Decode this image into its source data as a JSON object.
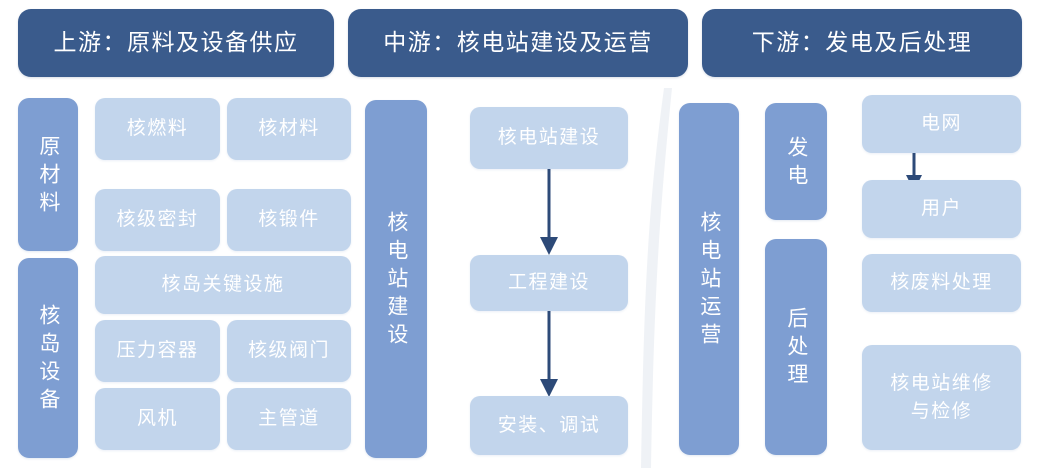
{
  "headers": [
    {
      "id": "upstream",
      "label": "上游：原料及设备供应"
    },
    {
      "id": "midstream",
      "label": "中游：核电站建设及运营"
    },
    {
      "id": "downstream",
      "label": "下游：发电及后处理"
    }
  ],
  "upstream": {
    "categories": [
      {
        "id": "raw-materials",
        "label": "原材料"
      },
      {
        "id": "island-equip",
        "label": "核岛设备"
      }
    ],
    "items": [
      {
        "id": "nuclear-fuel",
        "label": "核燃料"
      },
      {
        "id": "nuclear-material",
        "label": "核材料"
      },
      {
        "id": "nuclear-grade-seal",
        "label": "核级密封"
      },
      {
        "id": "nuclear-forging",
        "label": "核锻件"
      },
      {
        "id": "island-key-facility",
        "label": "核岛关键设施"
      },
      {
        "id": "pressure-vessel",
        "label": "压力容器"
      },
      {
        "id": "nuclear-grade-valve",
        "label": "核级阀门"
      },
      {
        "id": "fan",
        "label": "风机"
      },
      {
        "id": "main-pipeline",
        "label": "主管道"
      }
    ]
  },
  "midstream": {
    "categories": [
      {
        "id": "plant-construction",
        "label": "核电站建设"
      }
    ],
    "flow": [
      {
        "id": "plant-build",
        "label": "核电站建设"
      },
      {
        "id": "engineering-build",
        "label": "工程建设"
      },
      {
        "id": "install-commission",
        "label": "安装、调试"
      }
    ]
  },
  "downstream": {
    "categories": [
      {
        "id": "plant-operation",
        "label": "核电站运营"
      },
      {
        "id": "power-generation",
        "label": "发电"
      },
      {
        "id": "post-processing",
        "label": "后处理"
      }
    ],
    "items": [
      {
        "id": "power-grid",
        "label": "电网"
      },
      {
        "id": "end-user",
        "label": "用户"
      },
      {
        "id": "nuclear-waste",
        "label": "核废料处理"
      },
      {
        "id": "plant-maintenance",
        "label": "核电站维修与检修"
      }
    ]
  },
  "colors": {
    "header_navy": "#3a5b8c",
    "category_blue": "#7e9ed2",
    "item_light_blue": "#c2d5ec",
    "arrow_navy": "#2d4a78",
    "background": "#ffffff"
  }
}
